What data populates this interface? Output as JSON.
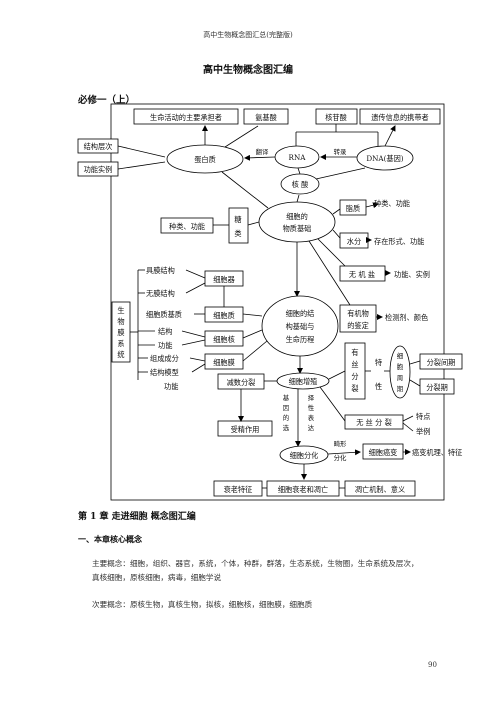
{
  "header": "高中生物概念图汇总(完整版)",
  "title": "高中生物概念图汇编",
  "section": "必修一（上）",
  "map": {
    "life_bearer": "生命活动的主要承担者",
    "amino_acid": "氨基酸",
    "nucleotide": "核苷酸",
    "info_carrier": "遗传信息的携带者",
    "struct_levels": "结构层次",
    "func_examples": "功能实例",
    "protein": "蛋白质",
    "translation": "翻译",
    "rna": "RNA",
    "transcription": "转录",
    "dna": "DNA(基因)",
    "nucleic_acid": "核 酸",
    "lipid": "脂质",
    "lipid_kinds": "种类、功能",
    "sugar_kinds": "种类、功能",
    "sugar_1": "糖",
    "sugar_2": "类",
    "material_1": "细胞的",
    "material_2": "物质基础",
    "water": "水分",
    "water_forms": "存在形式、功能",
    "salt": "无 机 盐",
    "salt_funcs": "功能、实例",
    "membrane_struct": "具膜结构",
    "organelle": "细胞器",
    "no_membrane": "无膜结构",
    "cytomatrix": "细胞质基质",
    "cytoplasm": "细胞质",
    "bio_1": "生",
    "bio_2": "物",
    "bio_3": "膜",
    "bio_4": "系",
    "bio_5": "统",
    "structure": "结构",
    "function": "功能",
    "nucleus": "细胞核",
    "organic_1": "有机物",
    "organic_2": "的鉴定",
    "reagents": "检测剂、颜色",
    "core_1": "细胞的结",
    "core_2": "构基础与",
    "core_3": "生命历程",
    "composition": "组成成分",
    "membrane": "细胞膜",
    "struct_model": "结构模型",
    "function_2": "功能",
    "mit_1": "有",
    "mit_2": "丝",
    "mit_3": "分",
    "mit_4": "裂",
    "trait_1": "特",
    "trait_2": "性",
    "cycle_1": "细",
    "cycle_2": "胞",
    "cycle_3": "周",
    "cycle_4": "期",
    "interphase": "分裂间期",
    "division_phase": "分裂期",
    "meiosis": "减数分裂",
    "proliferation": "细胞增殖",
    "gene_1": "基",
    "gene_2": "因",
    "gene_3": "的",
    "gene_4": "选",
    "sel_1": "择",
    "sel_2": "性",
    "sel_3": "表",
    "sel_4": "达",
    "amitosis": "无 丝 分 裂",
    "amitosis_trait": "特点",
    "amitosis_example": "举例",
    "fertilization": "受精作用",
    "differentiation": "细胞分化",
    "abnormal_1": "畸形",
    "abnormal_2": "分化",
    "cancer": "细胞癌变",
    "cancer_detail": "癌变机理、特征",
    "aging_traits": "衰老特征",
    "aging_death": "细胞衰老和凋亡",
    "apoptosis": "凋亡机制、意义"
  },
  "chapter": "第 1 章   走进细胞   概念图汇编",
  "heading": "一、本章核心概念",
  "main_concepts": "主要概念：细胞，组织、器官，系统，个体，种群，群落，生态系统，生物圈，生命系统及层次，真核细胞，原核细胞，病毒，细胞学说",
  "secondary_concepts": "次要概念：原核生物，真核生物，拟核，细胞核，细胞膜，细胞质",
  "page_number": "90"
}
